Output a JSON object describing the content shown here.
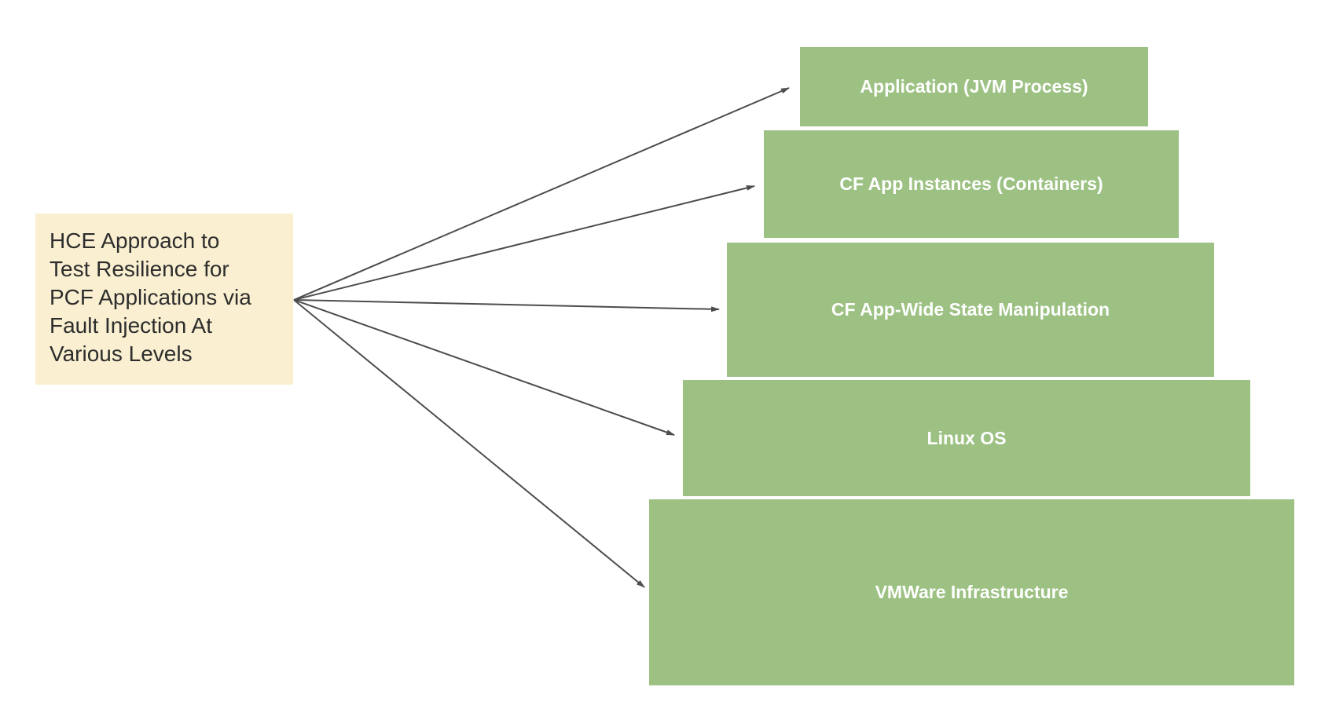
{
  "diagram": {
    "note": {
      "lines": [
        "HCE Approach to",
        "Test Resilience for",
        "PCF Applications via",
        "Fault Injection At",
        "Various Levels"
      ]
    },
    "levels": [
      {
        "label": "Application (JVM Process)"
      },
      {
        "label": "CF App Instances (Containers)"
      },
      {
        "label": "CF App-Wide State Manipulation"
      },
      {
        "label": "Linux OS"
      },
      {
        "label": "VMWare Infrastructure"
      }
    ],
    "colors": {
      "level_fill": "#9cc183",
      "level_text": "#ffffff",
      "note_fill": "#faf0d1",
      "note_text": "#2d2d2d",
      "arrow": "#4d4d4d",
      "background": "#ffffff"
    }
  }
}
